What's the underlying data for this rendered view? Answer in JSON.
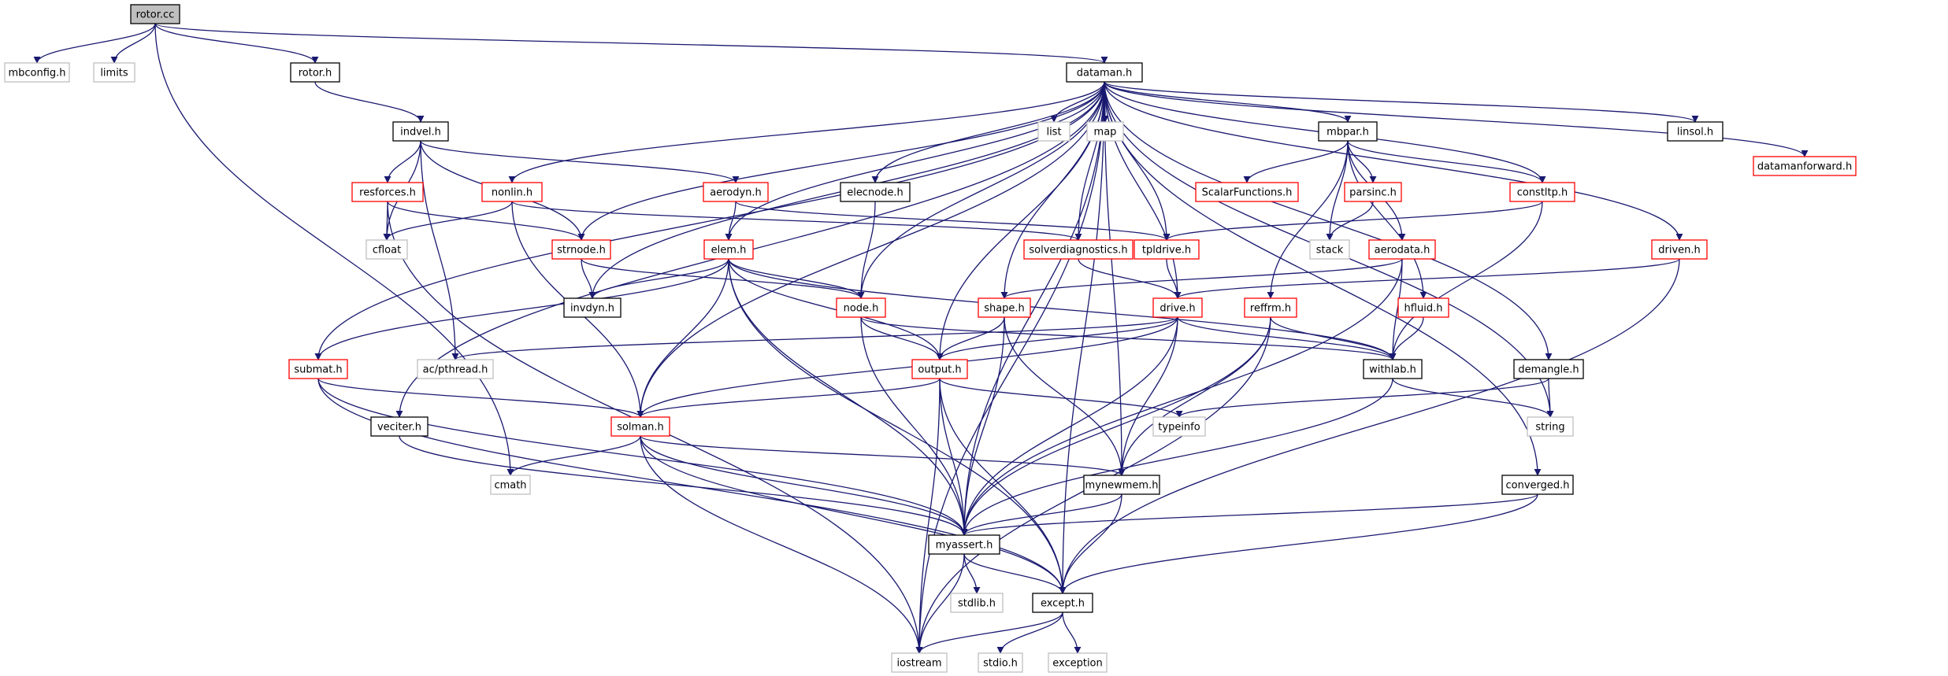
{
  "colors": {
    "edge": "#191970",
    "root_fill": "#bfbfbf",
    "documented": "#000000",
    "incomplete": "#ff0000",
    "external": "#bfbfbf"
  },
  "nodes": [
    {
      "id": "rotor.cc",
      "label": "rotor.cc",
      "kind": "root"
    },
    {
      "id": "mbconfig.h",
      "label": "mbconfig.h",
      "kind": "external"
    },
    {
      "id": "limits",
      "label": "limits",
      "kind": "external"
    },
    {
      "id": "rotor.h",
      "label": "rotor.h",
      "kind": "documented"
    },
    {
      "id": "dataman.h",
      "label": "dataman.h",
      "kind": "documented"
    },
    {
      "id": "indvel.h",
      "label": "indvel.h",
      "kind": "documented"
    },
    {
      "id": "list",
      "label": "list",
      "kind": "external"
    },
    {
      "id": "map",
      "label": "map",
      "kind": "external"
    },
    {
      "id": "mbpar.h",
      "label": "mbpar.h",
      "kind": "documented"
    },
    {
      "id": "linsol.h",
      "label": "linsol.h",
      "kind": "documented"
    },
    {
      "id": "datamanforward.h",
      "label": "datamanforward.h",
      "kind": "incomplete"
    },
    {
      "id": "resforces.h",
      "label": "resforces.h",
      "kind": "incomplete"
    },
    {
      "id": "nonlin.h",
      "label": "nonlin.h",
      "kind": "incomplete"
    },
    {
      "id": "aerodyn.h",
      "label": "aerodyn.h",
      "kind": "incomplete"
    },
    {
      "id": "elecnode.h",
      "label": "elecnode.h",
      "kind": "documented"
    },
    {
      "id": "ScalarFunctions.h",
      "label": "ScalarFunctions.h",
      "kind": "incomplete"
    },
    {
      "id": "parsinc.h",
      "label": "parsinc.h",
      "kind": "incomplete"
    },
    {
      "id": "constltp.h",
      "label": "constltp.h",
      "kind": "incomplete"
    },
    {
      "id": "cfloat",
      "label": "cfloat",
      "kind": "external"
    },
    {
      "id": "strnode.h",
      "label": "strnode.h",
      "kind": "incomplete"
    },
    {
      "id": "elem.h",
      "label": "elem.h",
      "kind": "incomplete"
    },
    {
      "id": "solverdiagnostics.h",
      "label": "solverdiagnostics.h",
      "kind": "incomplete"
    },
    {
      "id": "tpldrive.h",
      "label": "tpldrive.h",
      "kind": "incomplete"
    },
    {
      "id": "stack",
      "label": "stack",
      "kind": "external"
    },
    {
      "id": "aerodata.h",
      "label": "aerodata.h",
      "kind": "incomplete"
    },
    {
      "id": "driven.h",
      "label": "driven.h",
      "kind": "incomplete"
    },
    {
      "id": "invdyn.h",
      "label": "invdyn.h",
      "kind": "documented"
    },
    {
      "id": "node.h",
      "label": "node.h",
      "kind": "incomplete"
    },
    {
      "id": "shape.h",
      "label": "shape.h",
      "kind": "incomplete"
    },
    {
      "id": "drive.h",
      "label": "drive.h",
      "kind": "incomplete"
    },
    {
      "id": "reffrm.h",
      "label": "reffrm.h",
      "kind": "incomplete"
    },
    {
      "id": "hfluid.h",
      "label": "hfluid.h",
      "kind": "incomplete"
    },
    {
      "id": "submat.h",
      "label": "submat.h",
      "kind": "incomplete"
    },
    {
      "id": "ac/pthread.h",
      "label": "ac/pthread.h",
      "kind": "external"
    },
    {
      "id": "output.h",
      "label": "output.h",
      "kind": "incomplete"
    },
    {
      "id": "withlab.h",
      "label": "withlab.h",
      "kind": "documented"
    },
    {
      "id": "demangle.h",
      "label": "demangle.h",
      "kind": "documented"
    },
    {
      "id": "veciter.h",
      "label": "veciter.h",
      "kind": "documented"
    },
    {
      "id": "solman.h",
      "label": "solman.h",
      "kind": "incomplete"
    },
    {
      "id": "typeinfo",
      "label": "typeinfo",
      "kind": "external"
    },
    {
      "id": "string",
      "label": "string",
      "kind": "external"
    },
    {
      "id": "cmath",
      "label": "cmath",
      "kind": "external"
    },
    {
      "id": "mynewmem.h",
      "label": "mynewmem.h",
      "kind": "documented"
    },
    {
      "id": "converged.h",
      "label": "converged.h",
      "kind": "documented"
    },
    {
      "id": "myassert.h",
      "label": "myassert.h",
      "kind": "documented"
    },
    {
      "id": "stdlib.h",
      "label": "stdlib.h",
      "kind": "external"
    },
    {
      "id": "except.h",
      "label": "except.h",
      "kind": "documented"
    },
    {
      "id": "iostream",
      "label": "iostream",
      "kind": "external"
    },
    {
      "id": "stdio.h",
      "label": "stdio.h",
      "kind": "external"
    },
    {
      "id": "exception",
      "label": "exception",
      "kind": "external"
    }
  ],
  "edges": [
    [
      "rotor.cc",
      "mbconfig.h"
    ],
    [
      "rotor.cc",
      "limits"
    ],
    [
      "rotor.cc",
      "rotor.h"
    ],
    [
      "rotor.cc",
      "dataman.h"
    ],
    [
      "rotor.cc",
      "cmath"
    ],
    [
      "rotor.h",
      "indvel.h"
    ],
    [
      "dataman.h",
      "list"
    ],
    [
      "dataman.h",
      "map"
    ],
    [
      "dataman.h",
      "mbpar.h"
    ],
    [
      "dataman.h",
      "linsol.h"
    ],
    [
      "dataman.h",
      "datamanforward.h"
    ],
    [
      "dataman.h",
      "nonlin.h"
    ],
    [
      "dataman.h",
      "elecnode.h"
    ],
    [
      "dataman.h",
      "constltp.h"
    ],
    [
      "dataman.h",
      "strnode.h"
    ],
    [
      "dataman.h",
      "elem.h"
    ],
    [
      "dataman.h",
      "solverdiagnostics.h"
    ],
    [
      "dataman.h",
      "tpldrive.h"
    ],
    [
      "dataman.h",
      "driven.h"
    ],
    [
      "dataman.h",
      "invdyn.h"
    ],
    [
      "dataman.h",
      "node.h"
    ],
    [
      "dataman.h",
      "shape.h"
    ],
    [
      "dataman.h",
      "drive.h"
    ],
    [
      "dataman.h",
      "submat.h"
    ],
    [
      "dataman.h",
      "output.h"
    ],
    [
      "dataman.h",
      "demangle.h"
    ],
    [
      "dataman.h",
      "veciter.h"
    ],
    [
      "dataman.h",
      "solman.h"
    ],
    [
      "dataman.h",
      "string"
    ],
    [
      "dataman.h",
      "mynewmem.h"
    ],
    [
      "dataman.h",
      "converged.h"
    ],
    [
      "dataman.h",
      "myassert.h"
    ],
    [
      "dataman.h",
      "except.h"
    ],
    [
      "dataman.h",
      "iostream"
    ],
    [
      "indvel.h",
      "resforces.h"
    ],
    [
      "indvel.h",
      "aerodyn.h"
    ],
    [
      "indvel.h",
      "cfloat"
    ],
    [
      "indvel.h",
      "strnode.h"
    ],
    [
      "indvel.h",
      "ac/pthread.h"
    ],
    [
      "mbpar.h",
      "ScalarFunctions.h"
    ],
    [
      "mbpar.h",
      "parsinc.h"
    ],
    [
      "mbpar.h",
      "constltp.h"
    ],
    [
      "mbpar.h",
      "stack"
    ],
    [
      "mbpar.h",
      "aerodata.h"
    ],
    [
      "mbpar.h",
      "reffrm.h"
    ],
    [
      "mbpar.h",
      "hfluid.h"
    ],
    [
      "resforces.h",
      "cfloat"
    ],
    [
      "resforces.h",
      "strnode.h"
    ],
    [
      "resforces.h",
      "iostream"
    ],
    [
      "nonlin.h",
      "cfloat"
    ],
    [
      "nonlin.h",
      "solverdiagnostics.h"
    ],
    [
      "nonlin.h",
      "solman.h"
    ],
    [
      "aerodyn.h",
      "elem.h"
    ],
    [
      "aerodyn.h",
      "tpldrive.h"
    ],
    [
      "elecnode.h",
      "node.h"
    ],
    [
      "parsinc.h",
      "stack"
    ],
    [
      "constltp.h",
      "tpldrive.h"
    ],
    [
      "constltp.h",
      "withlab.h"
    ],
    [
      "strnode.h",
      "invdyn.h"
    ],
    [
      "strnode.h",
      "node.h"
    ],
    [
      "elem.h",
      "invdyn.h"
    ],
    [
      "elem.h",
      "node.h"
    ],
    [
      "elem.h",
      "submat.h"
    ],
    [
      "elem.h",
      "output.h"
    ],
    [
      "elem.h",
      "withlab.h"
    ],
    [
      "elem.h",
      "solman.h"
    ],
    [
      "elem.h",
      "myassert.h"
    ],
    [
      "elem.h",
      "except.h"
    ],
    [
      "solverdiagnostics.h",
      "drive.h"
    ],
    [
      "tpldrive.h",
      "drive.h"
    ],
    [
      "aerodata.h",
      "shape.h"
    ],
    [
      "aerodata.h",
      "withlab.h"
    ],
    [
      "aerodata.h",
      "myassert.h"
    ],
    [
      "driven.h",
      "drive.h"
    ],
    [
      "driven.h",
      "except.h"
    ],
    [
      "node.h",
      "output.h"
    ],
    [
      "node.h",
      "withlab.h"
    ],
    [
      "node.h",
      "myassert.h"
    ],
    [
      "shape.h",
      "output.h"
    ],
    [
      "shape.h",
      "mynewmem.h"
    ],
    [
      "shape.h",
      "myassert.h"
    ],
    [
      "drive.h",
      "ac/pthread.h"
    ],
    [
      "drive.h",
      "output.h"
    ],
    [
      "drive.h",
      "withlab.h"
    ],
    [
      "drive.h",
      "solman.h"
    ],
    [
      "drive.h",
      "mynewmem.h"
    ],
    [
      "drive.h",
      "myassert.h"
    ],
    [
      "reffrm.h",
      "withlab.h"
    ],
    [
      "reffrm.h",
      "mynewmem.h"
    ],
    [
      "reffrm.h",
      "myassert.h"
    ],
    [
      "reffrm.h",
      "iostream"
    ],
    [
      "hfluid.h",
      "withlab.h"
    ],
    [
      "submat.h",
      "solman.h"
    ],
    [
      "submat.h",
      "myassert.h"
    ],
    [
      "submat.h",
      "except.h"
    ],
    [
      "output.h",
      "solman.h"
    ],
    [
      "output.h",
      "typeinfo"
    ],
    [
      "output.h",
      "myassert.h"
    ],
    [
      "output.h",
      "except.h"
    ],
    [
      "output.h",
      "iostream"
    ],
    [
      "withlab.h",
      "string"
    ],
    [
      "withlab.h",
      "myassert.h"
    ],
    [
      "demangle.h",
      "typeinfo"
    ],
    [
      "demangle.h",
      "string"
    ],
    [
      "veciter.h",
      "myassert.h"
    ],
    [
      "solman.h",
      "cmath"
    ],
    [
      "solman.h",
      "mynewmem.h"
    ],
    [
      "solman.h",
      "myassert.h"
    ],
    [
      "solman.h",
      "except.h"
    ],
    [
      "solman.h",
      "iostream"
    ],
    [
      "mynewmem.h",
      "myassert.h"
    ],
    [
      "mynewmem.h",
      "except.h"
    ],
    [
      "converged.h",
      "myassert.h"
    ],
    [
      "converged.h",
      "except.h"
    ],
    [
      "myassert.h",
      "stdlib.h"
    ],
    [
      "myassert.h",
      "except.h"
    ],
    [
      "myassert.h",
      "iostream"
    ],
    [
      "except.h",
      "iostream"
    ],
    [
      "except.h",
      "stdio.h"
    ],
    [
      "except.h",
      "exception"
    ]
  ]
}
